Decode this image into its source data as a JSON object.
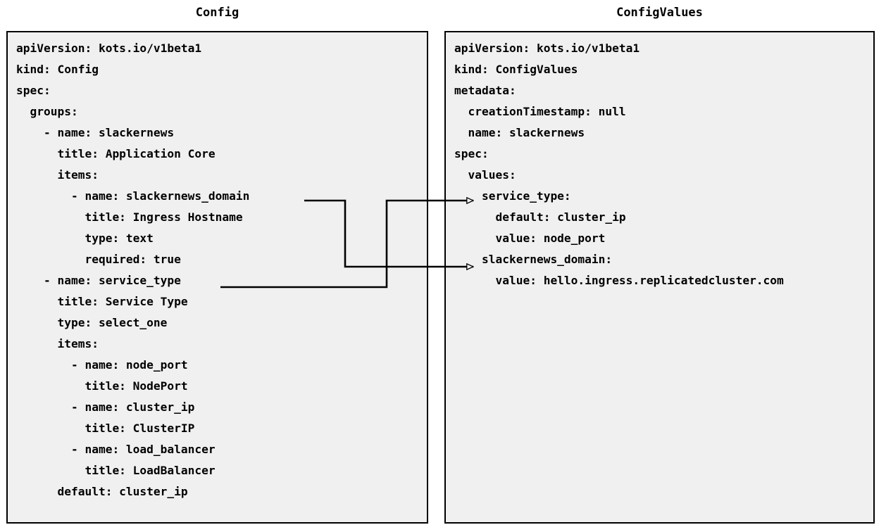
{
  "diagram": {
    "title_left": "Config",
    "title_right": "ConfigValues",
    "background_color": "#ffffff",
    "panel_background_color": "#f0f0f0",
    "panel_border_color": "#000000",
    "text_color": "#000000",
    "connector_color": "#000000"
  },
  "left_panel": {
    "title": "Config",
    "lines": [
      "apiVersion: kots.io/v1beta1",
      "kind: Config",
      "spec:",
      "  groups:",
      "    - name: slackernews",
      "      title: Application Core",
      "      items:",
      "        - name: slackernews_domain",
      "          title: Ingress Hostname",
      "          type: text",
      "          required: true",
      "    - name: service_type",
      "      title: Service Type",
      "      type: select_one",
      "      items:",
      "        - name: node_port",
      "          title: NodePort",
      "        - name: cluster_ip",
      "          title: ClusterIP",
      "        - name: load_balancer",
      "          title: LoadBalancer",
      "      default: cluster_ip"
    ]
  },
  "right_panel": {
    "title": "ConfigValues",
    "lines": [
      "apiVersion: kots.io/v1beta1",
      "kind: ConfigValues",
      "metadata:",
      "  creationTimestamp: null",
      "  name: slackernews",
      "spec:",
      "  values:",
      "    service_type:",
      "      default: cluster_ip",
      "      value: node_port",
      "    slackernews_domain:",
      "      value: hello.ingress.replicatedcluster.com"
    ]
  },
  "connectors": [
    {
      "name": "slackernews_domain-to-slackernews_domain",
      "from_label": "- name: slackernews_domain",
      "to_label": "slackernews_domain:"
    },
    {
      "name": "service_type-to-service_type",
      "from_label": "- name: service_type",
      "to_label": "service_type:"
    }
  ]
}
